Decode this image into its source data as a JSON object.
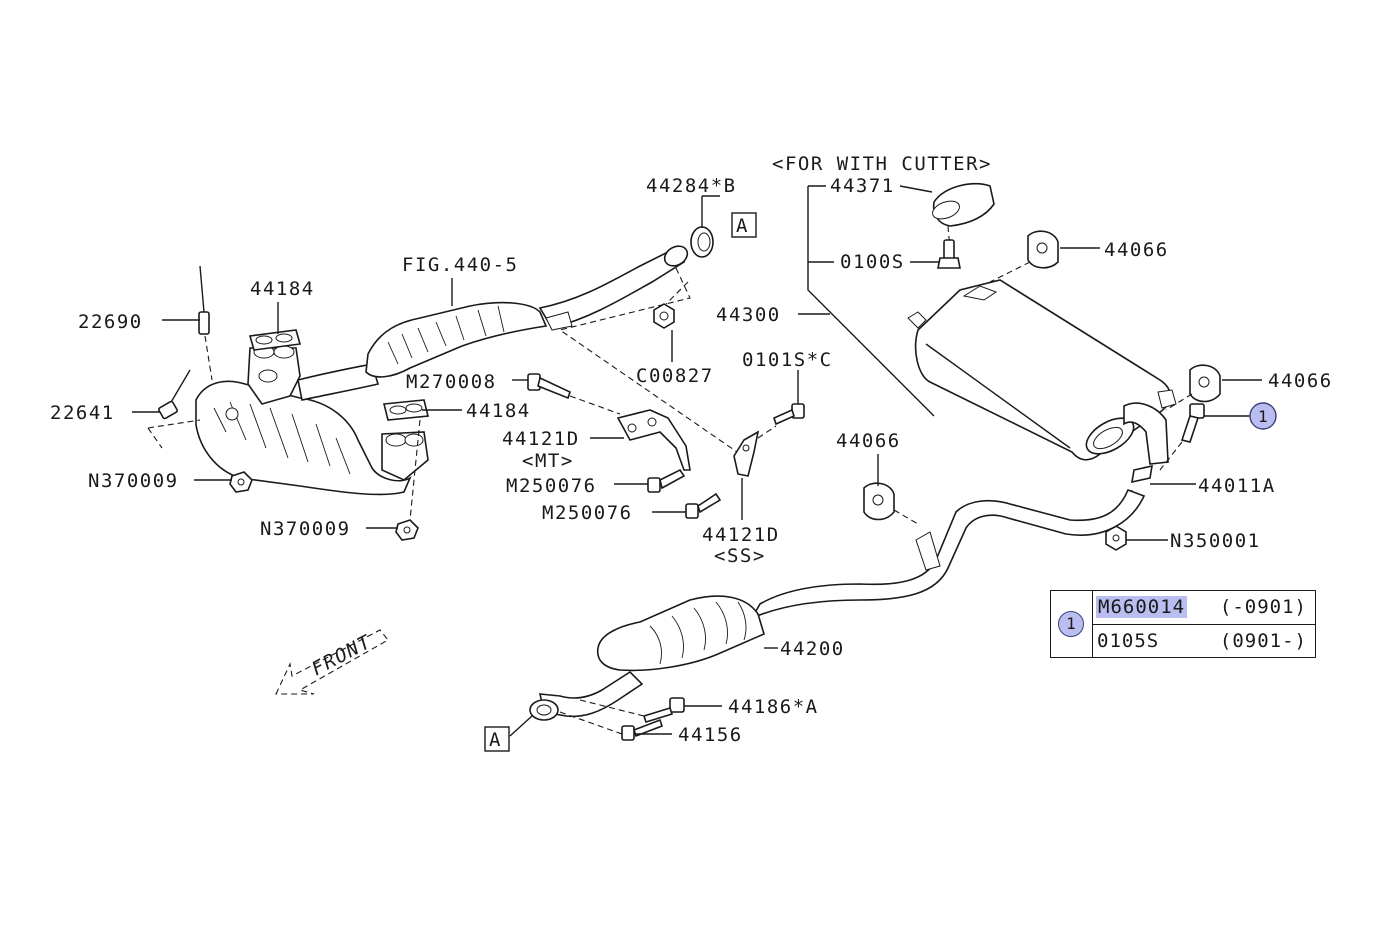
{
  "labels": {
    "for_with_cutter": "<FOR WITH CUTTER>",
    "p44284b": "44284*B",
    "ref_a_top": "A",
    "p44371": "44371",
    "p0100s": "0100S",
    "p44066_top": "44066",
    "fig440_5": "FIG.440-5",
    "p44184_top": "44184",
    "p22690": "22690",
    "p44300": "44300",
    "c00827": "C00827",
    "p0101sc": "0101S*C",
    "p44066_mid": "44066",
    "m270008": "M270008",
    "p22641": "22641",
    "p44184_mid": "44184",
    "p44121d_mt": "44121D",
    "mt": "<MT>",
    "m250076_a": "M250076",
    "m250076_b": "M250076",
    "n370009_a": "N370009",
    "n370009_b": "N370009",
    "p44121d_ss": "44121D",
    "ss": "<SS>",
    "p44066_low": "44066",
    "p44011a": "44011A",
    "n350001": "N350001",
    "front": "FRONT",
    "p44200": "44200",
    "p44186a": "44186*A",
    "p44156": "44156",
    "ref_a_bottom": "A",
    "mark_1": "1"
  },
  "legend": {
    "mark": "1",
    "rows": [
      {
        "part": "M660014",
        "range": "(-0901)",
        "highlighted": true
      },
      {
        "part": "0105S",
        "range": "(0901-)",
        "highlighted": false
      }
    ]
  },
  "colors": {
    "highlight": "#b9bdf0",
    "ink": "#1a1a1a"
  }
}
